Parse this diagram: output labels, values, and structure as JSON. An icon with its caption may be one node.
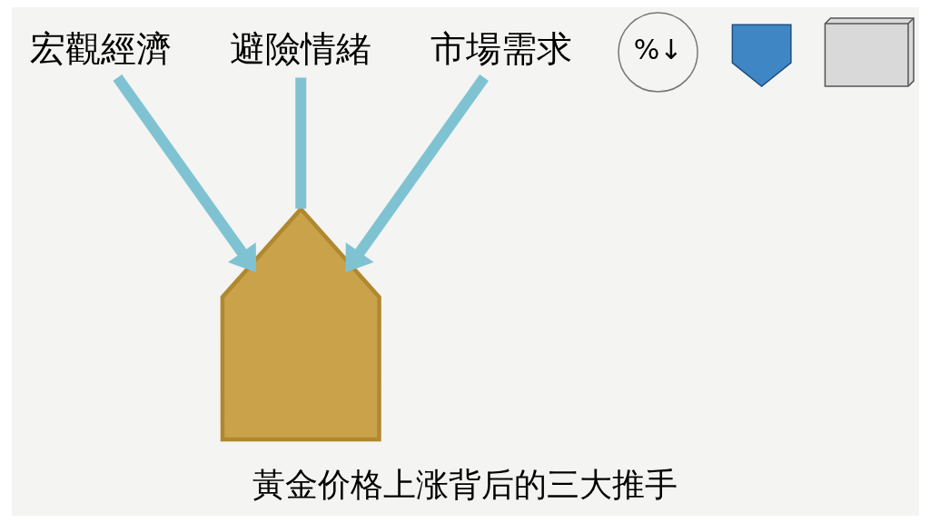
{
  "diagram": {
    "caption": "黃金价格上涨背后的三大推手",
    "nodes": [
      {
        "text": [
          "宏觀經濟"
        ]
      },
      {
        "text": [
          "%↓"
        ]
      },
      {
        "text": [
          "避險情緒"
        ]
      },
      {
        "text": [],
        "shape": "shield"
      },
      {
        "text": [
          "市場需求"
        ]
      },
      {
        "text": [],
        "shape": "building"
      },
      {
        "text": [],
        "shape": "arrow"
      }
    ],
    "edges": [
      {
        "from": 0,
        "to": 6,
        "arrow": "to"
      },
      {
        "from": 2,
        "to": 6,
        "arrow": "none"
      },
      {
        "from": 4,
        "to": 6,
        "arrow": "to"
      }
    ]
  }
}
